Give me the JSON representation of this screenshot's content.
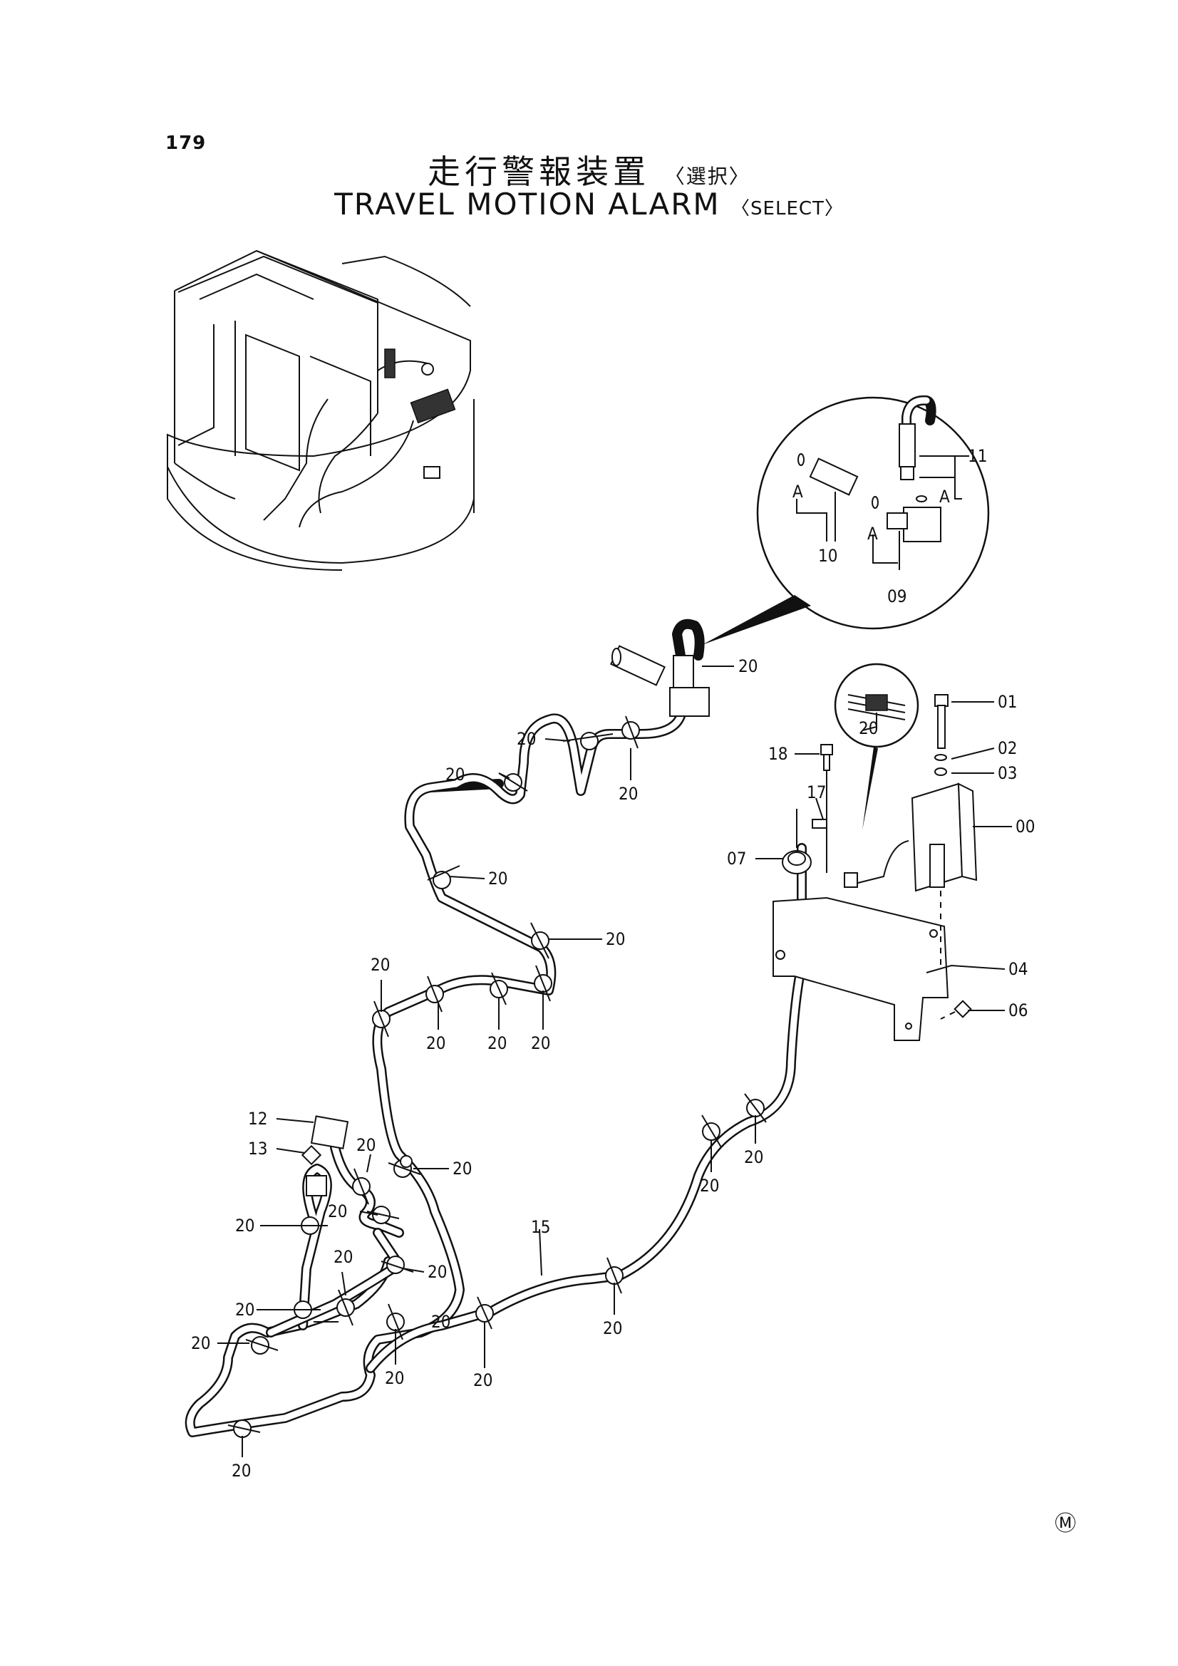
{
  "page_number": "179",
  "title": {
    "japanese": "走行警報装置",
    "japanese_sub": "〈選択〉",
    "english": "TRAVEL MOTION ALARM",
    "english_sub": "〈SELECT〉"
  },
  "callouts": {
    "c01": "01",
    "c02": "02",
    "c03": "03",
    "c00": "00",
    "c04": "04",
    "c06": "06",
    "c07": "07",
    "c17": "17",
    "c18": "18",
    "c09": "09",
    "c10": "10",
    "c11": "11",
    "c12": "12",
    "c13": "13",
    "c15": "15",
    "a1": "A",
    "a2": "A",
    "a3": "A",
    "clip": "20"
  },
  "mark": "Ⓜ"
}
